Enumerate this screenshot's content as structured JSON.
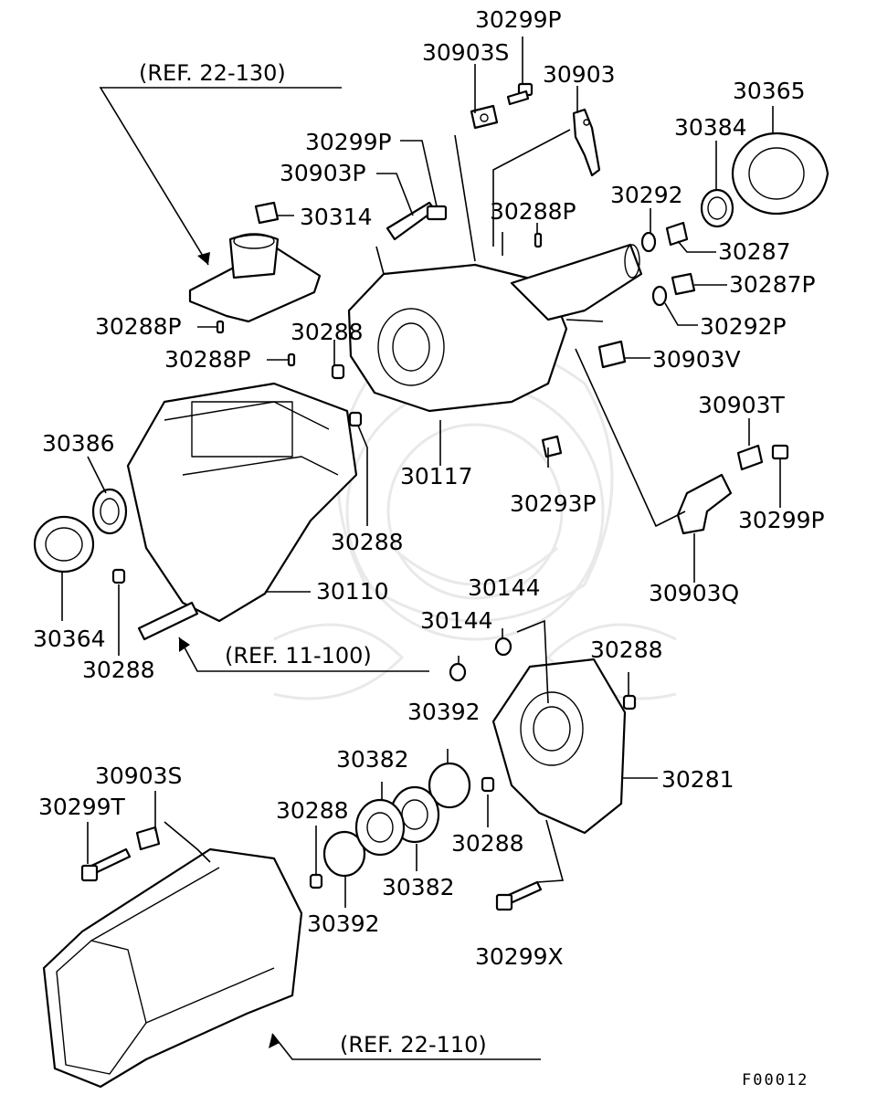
{
  "diagram": {
    "watermark_icon": "crest-watermark-icon",
    "figure_code": "F00012",
    "references": [
      {
        "id": "ref-22-130",
        "text": "(REF. 22-130)"
      },
      {
        "id": "ref-11-100",
        "text": "(REF. 11-100)"
      },
      {
        "id": "ref-22-110",
        "text": "(REF. 22-110)"
      }
    ],
    "labels": [
      {
        "id": "l1",
        "text": "30299P"
      },
      {
        "id": "l2",
        "text": "30903S"
      },
      {
        "id": "l3",
        "text": "30903"
      },
      {
        "id": "l4",
        "text": "30365"
      },
      {
        "id": "l5",
        "text": "30384"
      },
      {
        "id": "l6",
        "text": "30299P"
      },
      {
        "id": "l7",
        "text": "30903P"
      },
      {
        "id": "l8",
        "text": "30314"
      },
      {
        "id": "l9",
        "text": "30292"
      },
      {
        "id": "l10",
        "text": "30288P"
      },
      {
        "id": "l11",
        "text": "30287"
      },
      {
        "id": "l12",
        "text": "30287P"
      },
      {
        "id": "l13",
        "text": "30288P"
      },
      {
        "id": "l14",
        "text": "30288"
      },
      {
        "id": "l15",
        "text": "30292P"
      },
      {
        "id": "l16",
        "text": "30288P"
      },
      {
        "id": "l17",
        "text": "30903V"
      },
      {
        "id": "l18",
        "text": "30903T"
      },
      {
        "id": "l19",
        "text": "30386"
      },
      {
        "id": "l20",
        "text": "30117"
      },
      {
        "id": "l21",
        "text": "30293P"
      },
      {
        "id": "l22",
        "text": "30299P"
      },
      {
        "id": "l23",
        "text": "30288"
      },
      {
        "id": "l24",
        "text": "30110"
      },
      {
        "id": "l25",
        "text": "30903Q"
      },
      {
        "id": "l26",
        "text": "30144"
      },
      {
        "id": "l27",
        "text": "30144"
      },
      {
        "id": "l28",
        "text": "30364"
      },
      {
        "id": "l29",
        "text": "30288"
      },
      {
        "id": "l30",
        "text": "30288"
      },
      {
        "id": "l31",
        "text": "30392"
      },
      {
        "id": "l32",
        "text": "30382"
      },
      {
        "id": "l33",
        "text": "30281"
      },
      {
        "id": "l34",
        "text": "30903S"
      },
      {
        "id": "l35",
        "text": "30299T"
      },
      {
        "id": "l36",
        "text": "30288"
      },
      {
        "id": "l37",
        "text": "30288"
      },
      {
        "id": "l38",
        "text": "30382"
      },
      {
        "id": "l39",
        "text": "30392"
      },
      {
        "id": "l40",
        "text": "30299X"
      }
    ]
  }
}
